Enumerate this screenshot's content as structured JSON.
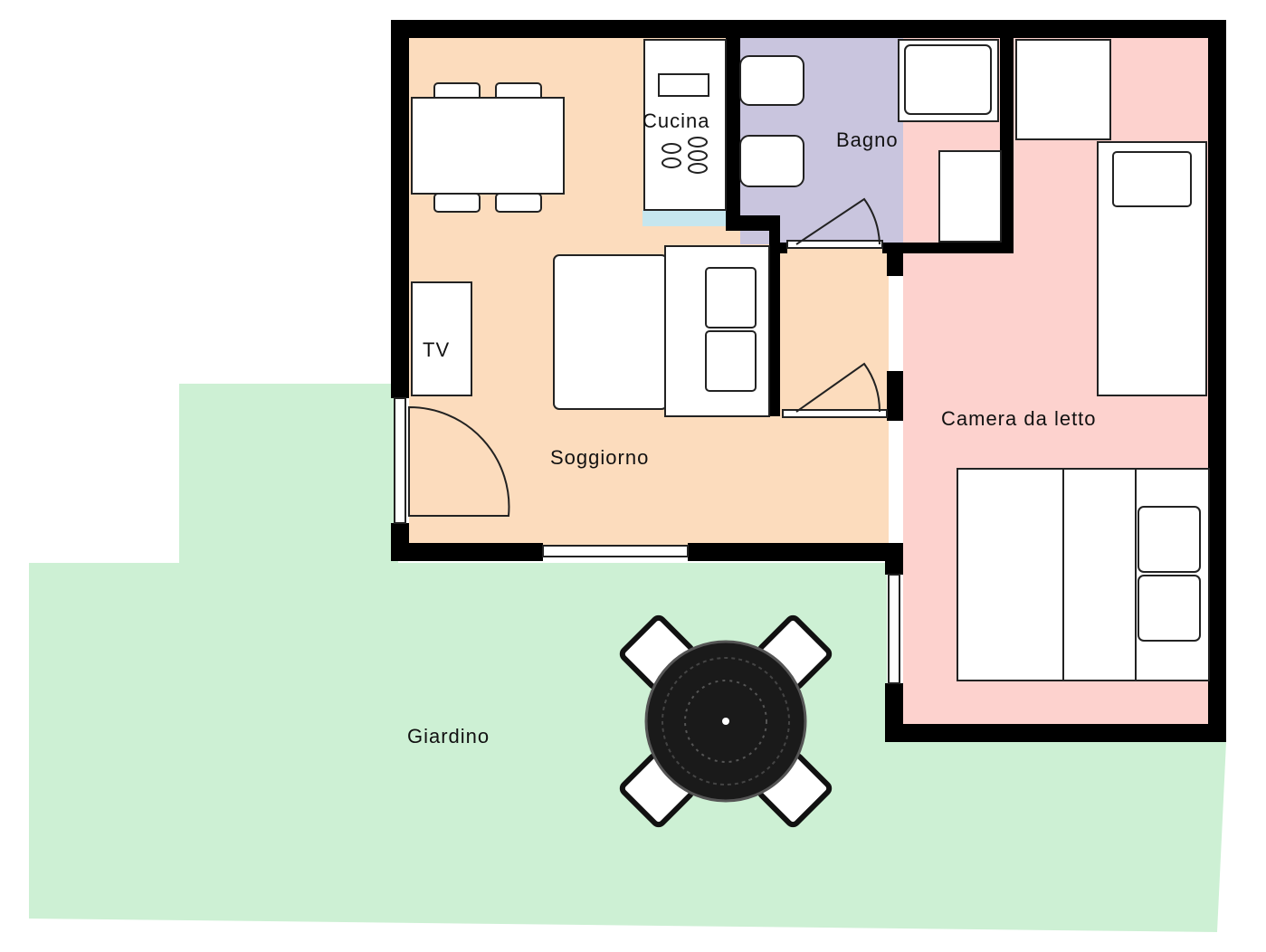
{
  "title": "Floor plan",
  "rooms": {
    "soggiorno": {
      "label": "Soggiorno",
      "color": "#fcdcbd"
    },
    "cucina": {
      "label": "Cucina",
      "color": "#c6e6ee"
    },
    "bagno": {
      "label": "Bagno",
      "color": "#c9c5de"
    },
    "camera": {
      "label": "Camera da letto",
      "color": "#fdd2ce"
    },
    "giardino": {
      "label": "Giardino",
      "color": "#cdf0d4"
    }
  },
  "furniture": {
    "tv": {
      "label": "TV"
    }
  }
}
